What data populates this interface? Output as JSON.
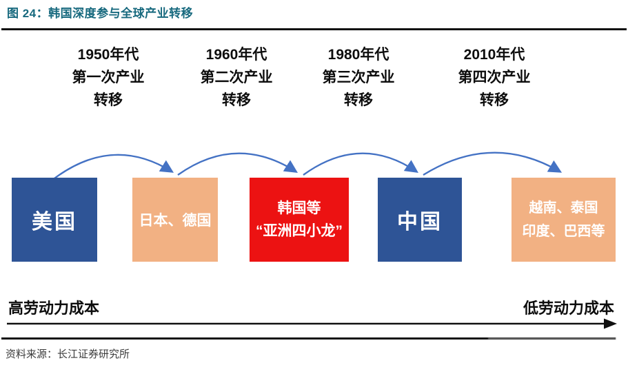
{
  "header": {
    "title": "图 24：韩国深度参与全球产业转移"
  },
  "timeline_labels": [
    {
      "era": "1950年代",
      "wave": "第一次产业",
      "suffix": "转移"
    },
    {
      "era": "1960年代",
      "wave": "第二次产业",
      "suffix": "转移"
    },
    {
      "era": "1980年代",
      "wave": "第三次产业",
      "suffix": "转移"
    },
    {
      "era": "2010年代",
      "wave": "第四次产业",
      "suffix": "转移"
    }
  ],
  "boxes": [
    {
      "id": "usa",
      "lines": [
        "美国"
      ]
    },
    {
      "id": "japan-germany",
      "lines": [
        "日本、德国"
      ]
    },
    {
      "id": "korea-four-dragons",
      "lines": [
        "韩国等",
        "“亚洲四小龙”"
      ]
    },
    {
      "id": "china",
      "lines": [
        "中国"
      ]
    },
    {
      "id": "emerging-countries",
      "lines": [
        "越南、泰国",
        "印度、巴西等"
      ]
    }
  ],
  "axis": {
    "left_label": "高劳动力成本",
    "right_label": "低劳动力成本"
  },
  "footer": {
    "source": "资料来源：长江证券研究所"
  },
  "colors": {
    "title-color": "#17697E",
    "blue-box": "#2E5496",
    "orange-box": "#F2B183",
    "red-box": "#EC1212",
    "arrow-blue": "#4472C4",
    "axis-color": "#101010"
  }
}
